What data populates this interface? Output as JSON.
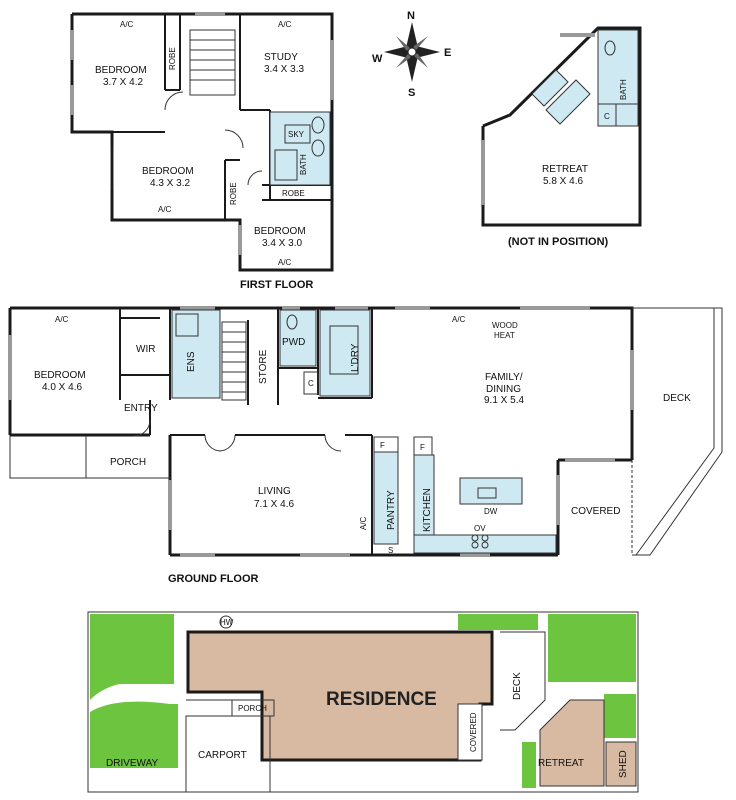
{
  "labels": {
    "first_floor": "FIRST FLOOR",
    "ground_floor": "GROUND FLOOR",
    "not_in_position": "(NOT IN POSITION)",
    "ac": "A/C",
    "robe": "ROBE",
    "sky": "SKY",
    "bath": "BATH",
    "c": "C",
    "f": "F",
    "s": "S",
    "ov": "OV",
    "dw": "DW",
    "wood_heat_1": "WOOD",
    "wood_heat_2": "HEAT",
    "wir": "WIR",
    "ens": "ENS",
    "store": "STORE",
    "pwd": "PWD",
    "ldry": "L'DRY",
    "entry": "ENTRY",
    "porch": "PORCH",
    "deck": "DECK",
    "covered": "COVERED",
    "pantry": "PANTRY",
    "kitchen": "KITCHEN",
    "residence": "RESIDENCE",
    "driveway": "DRIVEWAY",
    "carport": "CARPORT",
    "retreat": "RETREAT",
    "shed": "SHED",
    "hw": "HW"
  },
  "rooms": {
    "bedroom_ff1": {
      "name": "BEDROOM",
      "size": "3.7 X 4.2"
    },
    "study": {
      "name": "STUDY",
      "size": "3.4 X 3.3"
    },
    "bedroom_ff2": {
      "name": "BEDROOM",
      "size": "4.3 X 3.2"
    },
    "bedroom_ff3": {
      "name": "BEDROOM",
      "size": "3.4 X 3.0"
    },
    "retreat": {
      "name": "RETREAT",
      "size": "5.8 X 4.6"
    },
    "bedroom_gf": {
      "name": "BEDROOM",
      "size": "4.0 X 4.6"
    },
    "family_1": {
      "name": "FAMILY/"
    },
    "family_2": {
      "name": "DINING",
      "size": "9.1 X 5.4"
    },
    "living": {
      "name": "LIVING",
      "size": "7.1 X 4.6"
    }
  },
  "compass": {
    "n": "N",
    "s": "S",
    "e": "E",
    "w": "W"
  },
  "colors": {
    "wet_area": "#cfe9f3",
    "garden": "#6dc43f",
    "residence": "#d8b9a1",
    "window": "#9a9a9a"
  }
}
